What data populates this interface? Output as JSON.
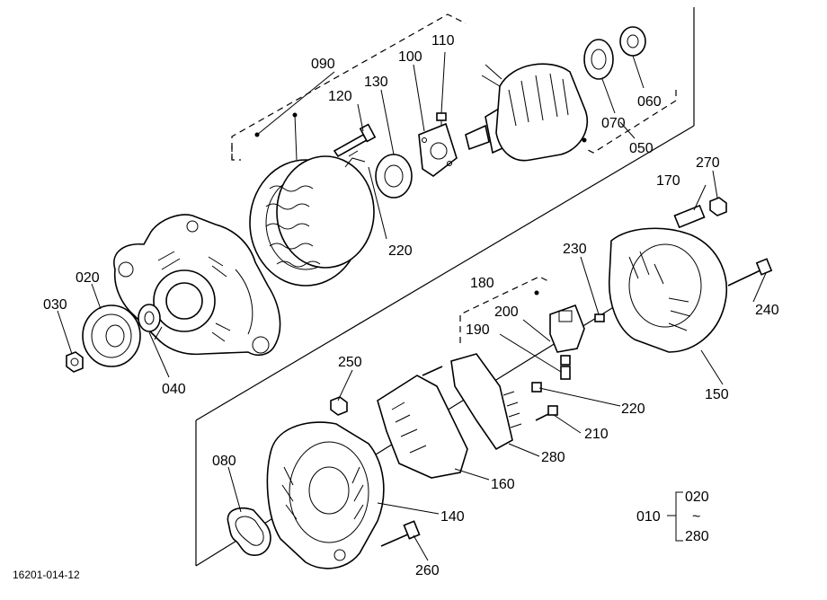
{
  "drawing_number": "16201-014-12",
  "callouts": [
    {
      "id": "c090",
      "text": "090"
    },
    {
      "id": "c100",
      "text": "100"
    },
    {
      "id": "c110",
      "text": "110"
    },
    {
      "id": "c120",
      "text": "120"
    },
    {
      "id": "c130",
      "text": "130"
    },
    {
      "id": "c060",
      "text": "060"
    },
    {
      "id": "c070",
      "text": "070"
    },
    {
      "id": "c050",
      "text": "050"
    },
    {
      "id": "c220a",
      "text": "220"
    },
    {
      "id": "c170",
      "text": "170"
    },
    {
      "id": "c270",
      "text": "270"
    },
    {
      "id": "c020",
      "text": "020"
    },
    {
      "id": "c030",
      "text": "030"
    },
    {
      "id": "c040",
      "text": "040"
    },
    {
      "id": "c230",
      "text": "230"
    },
    {
      "id": "c180",
      "text": "180"
    },
    {
      "id": "c200",
      "text": "200"
    },
    {
      "id": "c190",
      "text": "190"
    },
    {
      "id": "c240",
      "text": "240"
    },
    {
      "id": "c250",
      "text": "250"
    },
    {
      "id": "c220b",
      "text": "220"
    },
    {
      "id": "c150",
      "text": "150"
    },
    {
      "id": "c210",
      "text": "210"
    },
    {
      "id": "c080",
      "text": "080"
    },
    {
      "id": "c280a",
      "text": "280"
    },
    {
      "id": "c160",
      "text": "160"
    },
    {
      "id": "c140",
      "text": "140"
    },
    {
      "id": "c260",
      "text": "260"
    }
  ],
  "range_note": {
    "assembly": "010",
    "from": "020",
    "separator": "~",
    "to": "280"
  }
}
